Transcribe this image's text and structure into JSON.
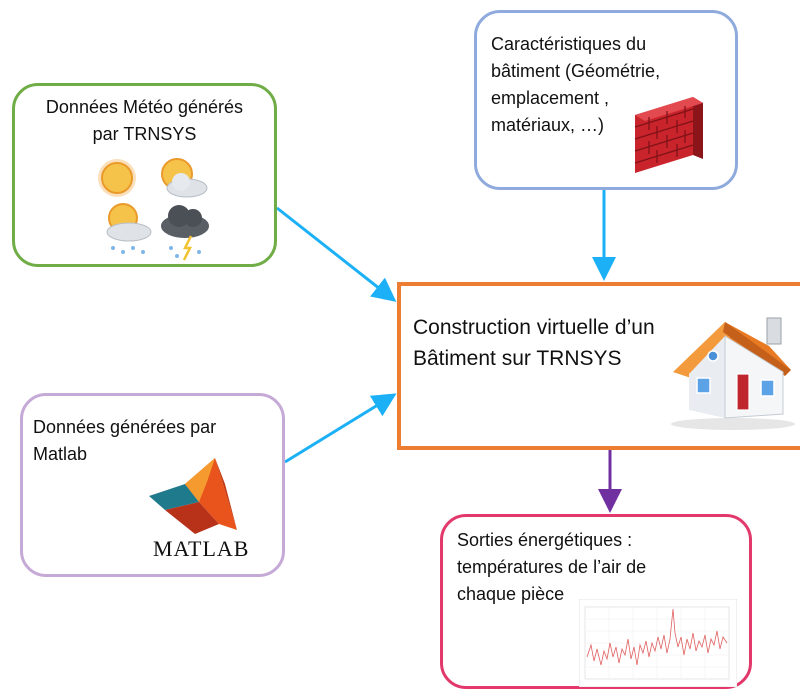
{
  "boxes": {
    "meteo": "Données Météo générés\npar TRNSYS",
    "batiment": "Caractéristiques du\nbâtiment (Géométrie,\nemplacement ,\nmatériaux, …)",
    "matlab": "Données générées par\nMatlab",
    "construction": "Construction virtuelle d’un\nBâtiment sur  TRNSYS",
    "sorties": "Sorties énergétiques :\ntempératures  de l’air de\nchaque pièce"
  },
  "matlab_logo_text": "MATLAB",
  "colors": {
    "meteo_border": "#70ad47",
    "batiment_border": "#8faadc",
    "matlab_border": "#c5a9d6",
    "construction_border": "#ed7d31",
    "sorties_border": "#e2386b",
    "input_arrows": "#1cb0f6",
    "output_arrow": "#7030a0",
    "temperature_line": "#e06060"
  },
  "icons": [
    "sun-icon",
    "sun-cloud-icon",
    "snow-cloud-icon",
    "storm-cloud-icon",
    "brick-wall-icon",
    "house-icon",
    "matlab-logo-icon",
    "temperature-chart-icon"
  ]
}
